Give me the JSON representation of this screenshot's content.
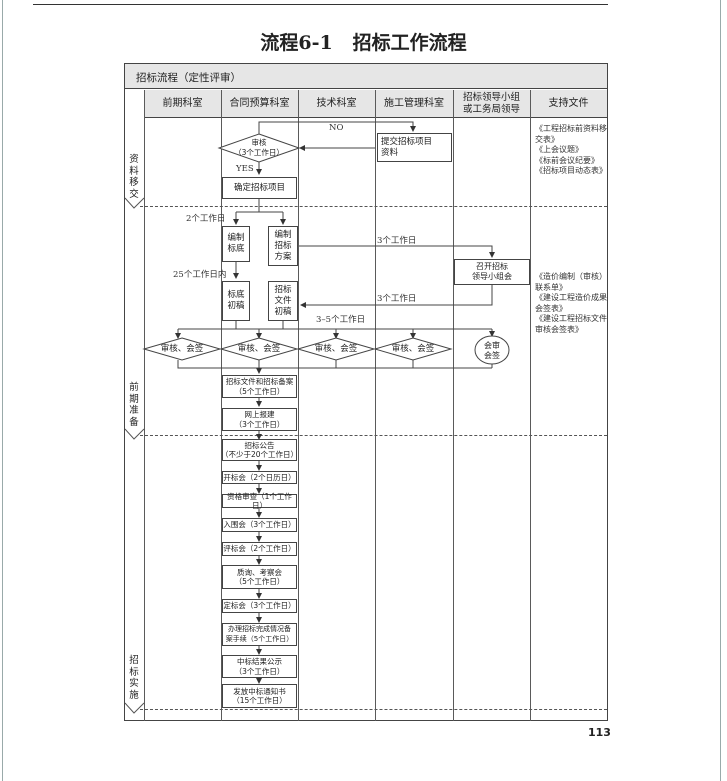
{
  "title": "流程6-1   招标工作流程",
  "subtitle": "招标流程（定性评审）",
  "page_number": "113",
  "columns": [
    "前期科室",
    "合同预算科室",
    "技术科室",
    "施工管理科室",
    "招标领导小组\n或工务局领导",
    "支持文件"
  ],
  "phases": [
    "资料移交",
    "前期准备",
    "招标实施"
  ],
  "nodes": {
    "review1": "审核\n（3个工作日）",
    "submit": "提交招标项目\n资料",
    "confirm": "确定招标项目",
    "biandi": "编制\n标底",
    "fangan": "编制\n招标\n方案",
    "meeting": "召开招标\n领导小组会",
    "biaodi_draft": "标底\n初稿",
    "wenjian_draft": "招标\n文件\n初稿",
    "review_a": "审核、会签",
    "review_b": "审核、会签",
    "review_c": "审核、会签",
    "review_d": "审核、会签",
    "huishen": "会审\n会签",
    "filing": "招标文件和招标备案\n（5个工作日）",
    "online": "网上报建\n（3个工作日）",
    "notice": "招标公告\n（不少于20个工作日）",
    "open": "开标会（2个日历日）",
    "qualify": "资格审查（1个工作日）",
    "enter": "入围会（3个工作日）",
    "evaluate": "评标会（2个工作日）",
    "inquiry": "质询、考察会\n（5个工作日）",
    "decide": "定标会（3个工作日）",
    "record": "办理招标完成情况备\n案手续（5个工作日）",
    "publicity": "中标结果公示\n（3个工作日）",
    "notify": "发放中标通知书\n（15个工作日）"
  },
  "edge_labels": {
    "no": "NO",
    "yes": "YES",
    "two_days": "2个工作日",
    "three_days_a": "3个工作日",
    "twentyfive_days": "25个工作日内",
    "three_days_b": "3个工作日",
    "three_five_days": "3–5个工作日"
  },
  "support_docs": {
    "group1": "《工程招标前资料移交表》\n《上会议题》\n《标前会议纪要》\n《招标项目动态表》",
    "group2": "《造价编制（审核）联系单》\n《建设工程造价成果会签表》\n《建设工程招标文件审核会签表》"
  }
}
